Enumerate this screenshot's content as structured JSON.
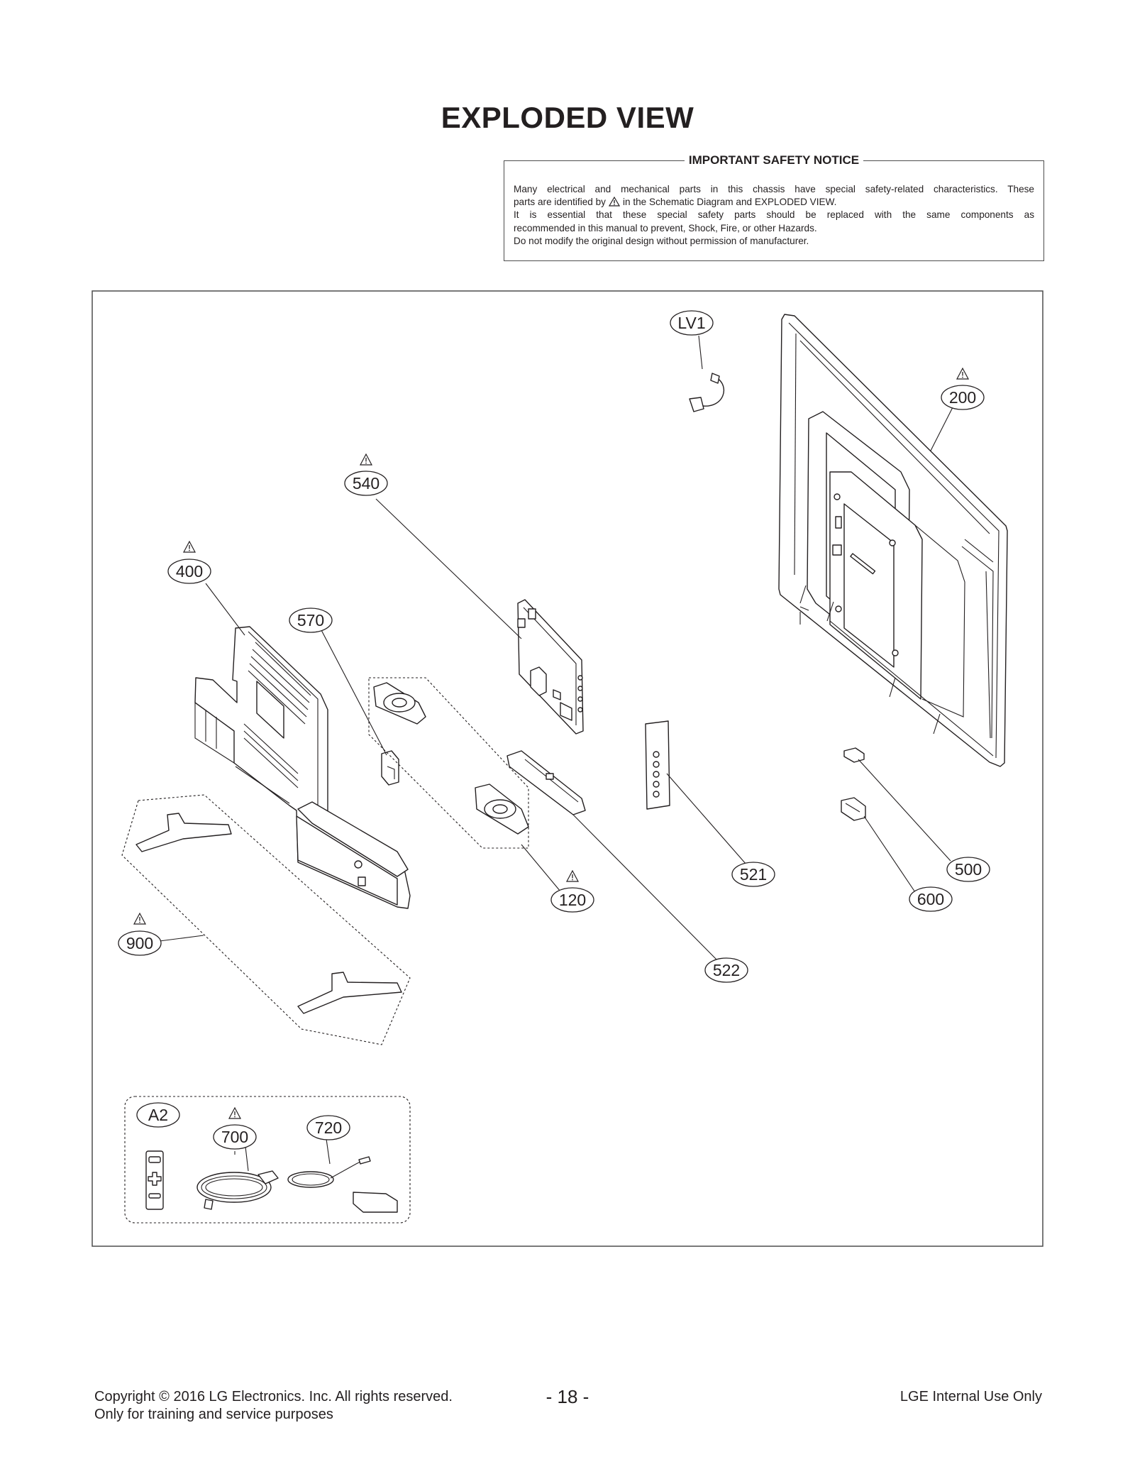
{
  "title": "EXPLODED VIEW",
  "notice": {
    "heading": "IMPORTANT SAFETY NOTICE",
    "line1": "Many electrical and mechanical parts in this chassis have special safety-related characteristics. These",
    "line2_a": "parts are identified by",
    "line2_b": "in the Schematic Diagram and EXPLODED VIEW.",
    "line3": "It is essential that these special safety parts should be replaced with the same components as",
    "line4": "recommended in this manual to prevent, Shock, Fire, or other Hazards.",
    "line5": "Do not modify the original design without permission of manufacturer."
  },
  "callouts": {
    "lv1": "LV1",
    "p200": "200",
    "p540": "540",
    "p400": "400",
    "p570": "570",
    "p521": "521",
    "p500": "500",
    "p120": "120",
    "p600": "600",
    "p900": "900",
    "p522": "522",
    "a2": "A2",
    "p700": "700",
    "p720": "720"
  },
  "footer": {
    "copyright": "Copyright  © 2016 LG Electronics. Inc. All rights reserved.",
    "purpose": "Only for training and service purposes",
    "page_number": "- 18 -",
    "internal": "LGE Internal Use Only"
  }
}
